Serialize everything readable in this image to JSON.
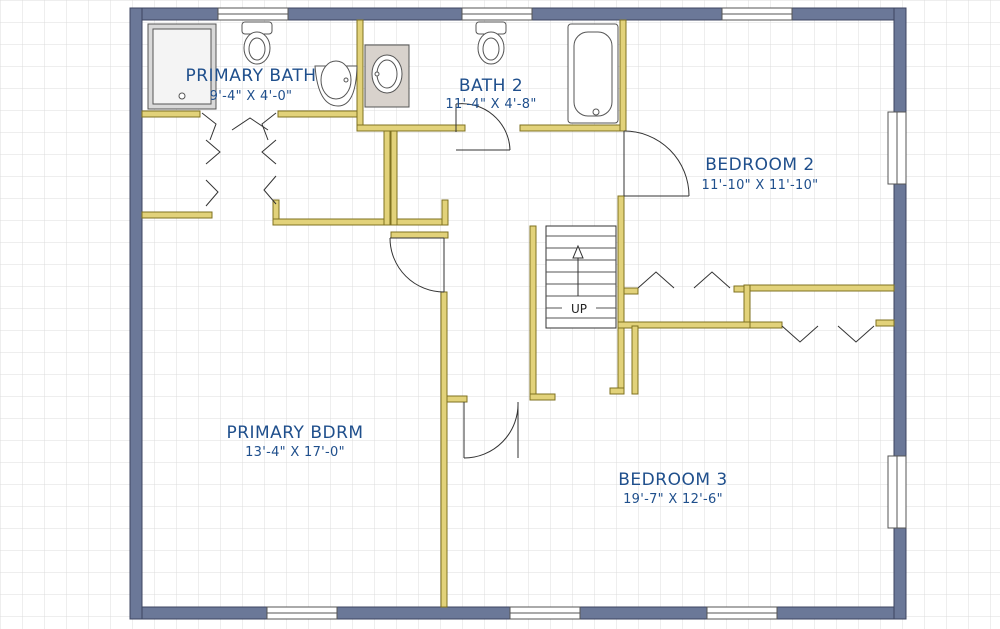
{
  "rooms": {
    "primary_bath": {
      "name": "PRIMARY BATH",
      "dims": "9'-4\" X 4'-0\""
    },
    "bath_2": {
      "name": "BATH 2",
      "dims": "11'-4\" X 4'-8\""
    },
    "bedroom_2": {
      "name": "BEDROOM 2",
      "dims": "11'-10\" X 11'-10\""
    },
    "primary_bdrm": {
      "name": "PRIMARY BDRM",
      "dims": "13'-4\" X 17'-0\""
    },
    "bedroom_3": {
      "name": "BEDROOM 3",
      "dims": "19'-7\" X 12'-6\""
    }
  },
  "stairs": {
    "label": "UP"
  },
  "colors": {
    "exterior_wall": "#6b7898",
    "exterior_wall_edge": "#3c4560",
    "interior_wall": "#e2d27a",
    "interior_wall_edge": "#7f7120",
    "grid": "#dcdcdc",
    "text": "#1f4f8c"
  }
}
